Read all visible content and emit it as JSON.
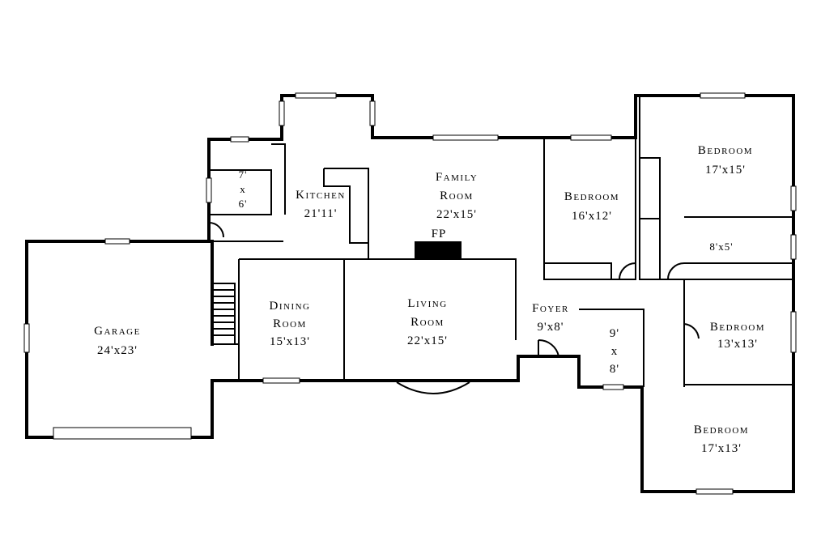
{
  "rooms": {
    "garage": {
      "name": "Garage",
      "size": "24'x23'"
    },
    "kitchen": {
      "name": "Kitchen",
      "size": "21'11'"
    },
    "family": {
      "name1": "Family",
      "name2": "Room",
      "size": "22'x15'"
    },
    "fireplace": "FP",
    "bedroom1": {
      "name": "Bedroom",
      "size": "16'x12'"
    },
    "bedroom2": {
      "name": "Bedroom",
      "size": "17'x15'"
    },
    "bath_master": "8'x5'",
    "dining": {
      "name1": "Dining",
      "name2": "Room",
      "size": "15'x13'"
    },
    "living": {
      "name1": "Living",
      "name2": "Room",
      "size": "22'x15'"
    },
    "foyer": {
      "name": "Foyer",
      "size": "9'x8'"
    },
    "bath_hall": {
      "a": "9'",
      "x": "x",
      "b": "8'"
    },
    "bath_kitchen": {
      "a": "7'",
      "x": "x",
      "b": "6'"
    },
    "bedroom3": {
      "name": "Bedroom",
      "size": "13'x13'"
    },
    "bedroom4": {
      "name": "Bedroom",
      "size": "17'x13'"
    }
  }
}
